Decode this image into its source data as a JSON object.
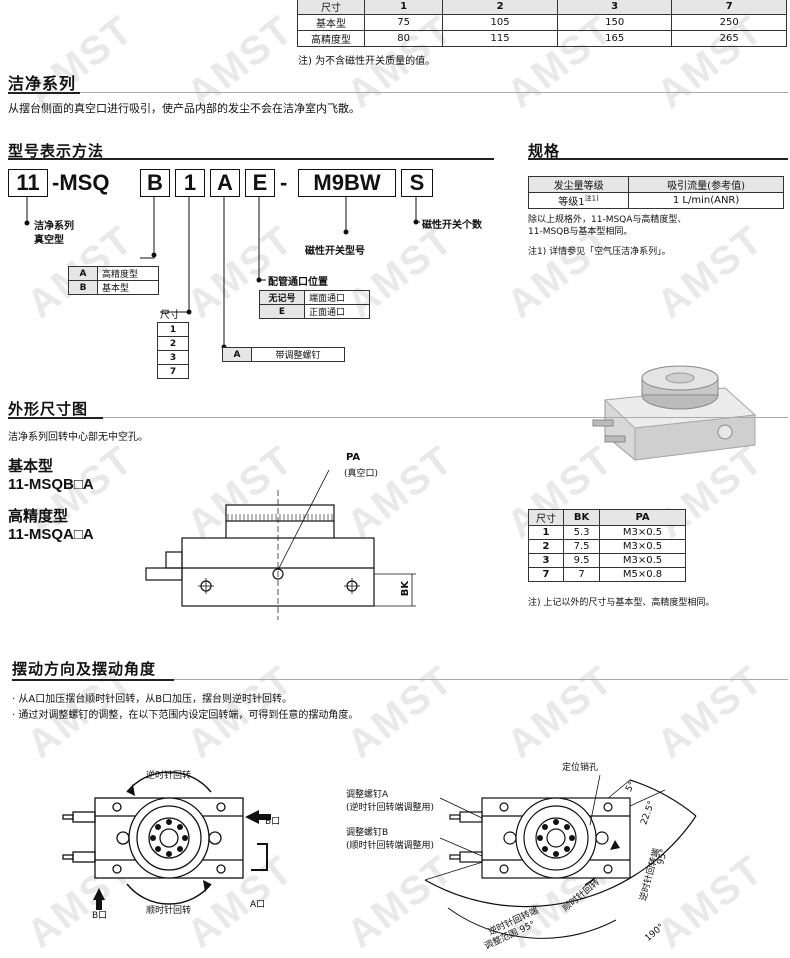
{
  "top_table": {
    "headers": [
      "尺寸",
      "1",
      "2",
      "3",
      "7"
    ],
    "rows": [
      [
        "基本型",
        "75",
        "105",
        "150",
        "250"
      ],
      [
        "高精度型",
        "80",
        "115",
        "165",
        "265"
      ]
    ],
    "note": "注) 为不含磁性开关质量的值。"
  },
  "clean_series": {
    "title": "洁净系列",
    "desc": "从摆台侧面的真空口进行吸引，使产品内部的发尘不会在洁净室内飞散。"
  },
  "model": {
    "title": "型号表示方法",
    "parts": [
      "11",
      "-MSQ",
      "B",
      "1",
      "A",
      "E",
      "-",
      "M9BW",
      "S"
    ],
    "label_clean": "洁净系列",
    "label_vacuum": "真空型",
    "label_switch_model": "磁性开关型号",
    "label_switch_count": "磁性开关个数",
    "type_table": [
      [
        "A",
        "高精度型"
      ],
      [
        "B",
        "基本型"
      ]
    ],
    "size_label": "尺寸",
    "sizes": [
      "1",
      "2",
      "3",
      "7"
    ],
    "port_label": "配管通口位置",
    "port_table": [
      [
        "无记号",
        "端面通口"
      ],
      [
        "E",
        "正面通口"
      ]
    ],
    "adjust_table": [
      [
        "A",
        "带调整螺钉"
      ]
    ]
  },
  "spec": {
    "title": "规格",
    "headers": [
      "发尘量等级",
      "吸引流量(参考值)"
    ],
    "row_grade": "等级1",
    "row_grade_sup": "注1)",
    "row_flow": "1 L/min(ANR)",
    "note1": "除以上规格外，11-MSQA与高精度型、",
    "note2": "11-MSQB与基本型相同。",
    "note3": "注1) 详情参见「空气压洁净系列」。"
  },
  "dims": {
    "title": "外形尺寸图",
    "desc": "洁净系列回转中心部无中空孔。",
    "basic_label": "基本型",
    "basic_model": "11-MSQB□A",
    "hp_label": "高精度型",
    "hp_model": "11-MSQA□A",
    "pa_label": "PA",
    "pa_sub": "(真空口)",
    "bk_label": "BK",
    "table_headers": [
      "尺寸",
      "BK",
      "PA"
    ],
    "table_rows": [
      [
        "1",
        "5.3",
        "M3×0.5"
      ],
      [
        "2",
        "7.5",
        "M3×0.5"
      ],
      [
        "3",
        "9.5",
        "M3×0.5"
      ],
      [
        "7",
        "7",
        "M5×0.8"
      ]
    ],
    "table_note": "注) 上记以外的尺寸与基本型、高精度型相同。"
  },
  "swing": {
    "title": "摆动方向及摆动角度",
    "bullet1": "· 从A口加压摆台顺时针回转，从B口加压，摆台则逆时针回转。",
    "bullet2": "· 通过对调整螺钉的调整，在以下范围内设定回转端，可得到任意的摆动角度。",
    "left_ccw": "逆时针回转",
    "left_cw": "顺时针回转",
    "left_b_port_right": "B口",
    "left_b_port_bottom": "B口",
    "left_a_port": "A口",
    "pin_hole": "定位销孔",
    "screw_a": "调整螺钉A",
    "screw_a_sub": "(逆时针回转端调整用)",
    "screw_b": "调整螺钉B",
    "screw_b_sub": "(顺时针回转端调整用)",
    "angle_5": "5°",
    "angle_22": "22.5°",
    "angle_95": "95°",
    "angle_190": "190°",
    "cw_arrow": "顺时针回转",
    "ccw_range_1": "逆时针回转端",
    "ccw_range_2": "调整范围 95°",
    "ccw_range_3": "逆时针回转端",
    "ccw_range_4": "调整范围"
  },
  "watermark": "AMST"
}
